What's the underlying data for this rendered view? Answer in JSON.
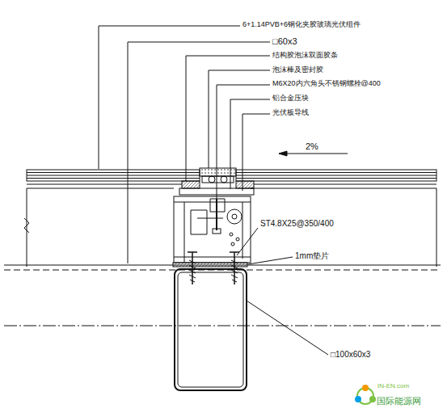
{
  "diagram": {
    "labels": [
      "6+1.14PVB+6钢化夹胶玻璃光伏组件",
      "□60x3",
      "结构胶泡沫双面胶条",
      "泡沫棒及密封胶",
      "M6X20内六角头不锈钢螺栓@400",
      "铝合金压块",
      "光伏板导线",
      "2%",
      "ST4.8X25@350/400",
      "1mm垫片",
      "□100x60x3",
      "IN-EN.com",
      "国际能源网"
    ]
  }
}
